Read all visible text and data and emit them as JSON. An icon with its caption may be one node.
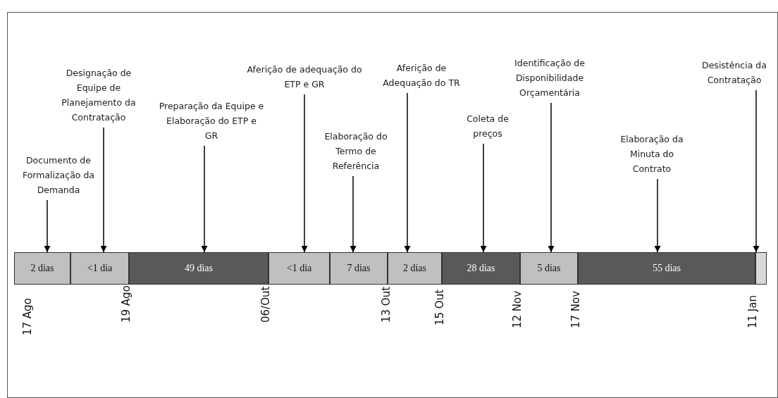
{
  "diagram": {
    "nodes": [
      {
        "text": [
          "Documento de Formalização da Demanda"
        ]
      },
      {
        "text": [
          "Designação de Equipe de Planejamento da Contratação"
        ]
      },
      {
        "text": [
          "Preparação da Equipe e Elaboração do ETP e GR"
        ]
      },
      {
        "text": [
          "Aferição de adequação do ETP e GR"
        ]
      },
      {
        "text": [
          "Elaboração do Termo de Referência"
        ]
      },
      {
        "text": [
          "Aferição de Adequação do TR"
        ]
      },
      {
        "text": [
          "Coleta de preços"
        ]
      },
      {
        "text": [
          "Identificação de Disponibilidade Orçamentária"
        ]
      },
      {
        "text": [
          "Elaboração da Minuta do Contrato"
        ]
      },
      {
        "text": [
          "Desistência da Contratação"
        ]
      },
      {
        "text": [
          "2 dias"
        ]
      },
      {
        "text": [
          "<1 dia"
        ]
      },
      {
        "text": [
          "49 dias"
        ]
      },
      {
        "text": [
          "<1 dia"
        ]
      },
      {
        "text": [
          "7 dias"
        ]
      },
      {
        "text": [
          "2 dias"
        ]
      },
      {
        "text": [
          "28 dias"
        ]
      },
      {
        "text": [
          "5 dias"
        ]
      },
      {
        "text": [
          "55 dias"
        ]
      },
      {
        "text": [],
        "shape": "bar"
      }
    ],
    "edges": [
      {
        "from": 0,
        "to": 10,
        "arrow": "to"
      },
      {
        "from": 1,
        "to": 11,
        "arrow": "to"
      },
      {
        "from": 2,
        "to": 12,
        "arrow": "to"
      },
      {
        "from": 3,
        "to": 13,
        "arrow": "to"
      },
      {
        "from": 4,
        "to": 14,
        "arrow": "to"
      },
      {
        "from": 5,
        "to": 15,
        "arrow": "to"
      },
      {
        "from": 6,
        "to": 16,
        "arrow": "to"
      },
      {
        "from": 7,
        "to": 17,
        "arrow": "to"
      },
      {
        "from": 8,
        "to": 18,
        "arrow": "to"
      },
      {
        "from": 9,
        "to": 19,
        "arrow": "to"
      }
    ],
    "labels": [
      "17 Ago",
      "19 Ago",
      "06/Out",
      "13 Out",
      "15 Out",
      "12 Nov",
      "17 Nov",
      "11 Jan"
    ]
  }
}
